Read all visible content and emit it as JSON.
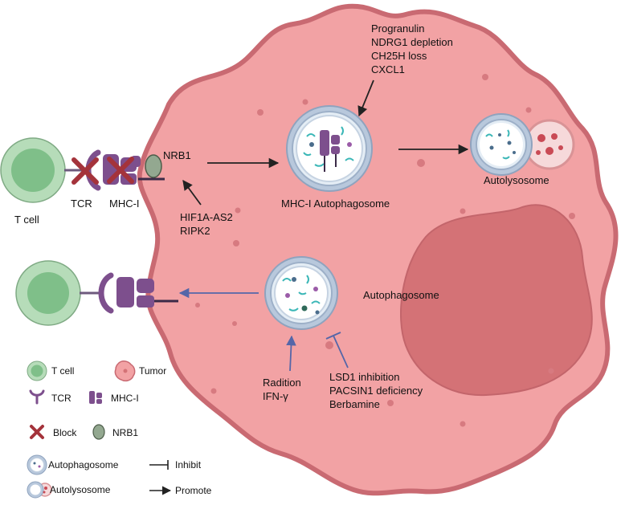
{
  "labels": {
    "tcell_top": "T cell",
    "tcr": "TCR",
    "mhc1": "MHC-I",
    "nrb1": "NRB1",
    "mhc1_autophagosome": "MHC-I Autophagosome",
    "autolysosome": "Autolysosome",
    "autophagosome": "Autophagosome",
    "top_factors": [
      "Progranulin",
      "NDRG1 depletion",
      "CH25H loss",
      "CXCL1"
    ],
    "nrb1_factors": [
      "HIF1A-AS2",
      "RIPK2"
    ],
    "promote_factors": [
      "Radition",
      "IFN-γ"
    ],
    "inhibit_factors": [
      "LSD1 inhibition",
      "PACSIN1 deficiency",
      "Berbamine"
    ]
  },
  "legend": {
    "tcell": "T cell",
    "tumor": "Tumor",
    "tcr": "TCR",
    "mhc1": "MHC-I",
    "block": "Block",
    "nrb1": "NRB1",
    "autophagosome": "Autophagosome",
    "inhibit": "Inhibit",
    "autolysosome": "Autolysosome",
    "promote": "Promote"
  },
  "colors": {
    "tumor_fill": "#f2a2a4",
    "tumor_edge": "#c96a72",
    "nucleus": "#d47276",
    "tcell_outer": "#b6dcb9",
    "tcell_inner": "#7fbf89",
    "mhc": "#7d4f8d",
    "block": "#a4333b",
    "nrb1": "#93a890",
    "arrow_dark": "#222222",
    "arrow_blue": "#5566a8"
  }
}
